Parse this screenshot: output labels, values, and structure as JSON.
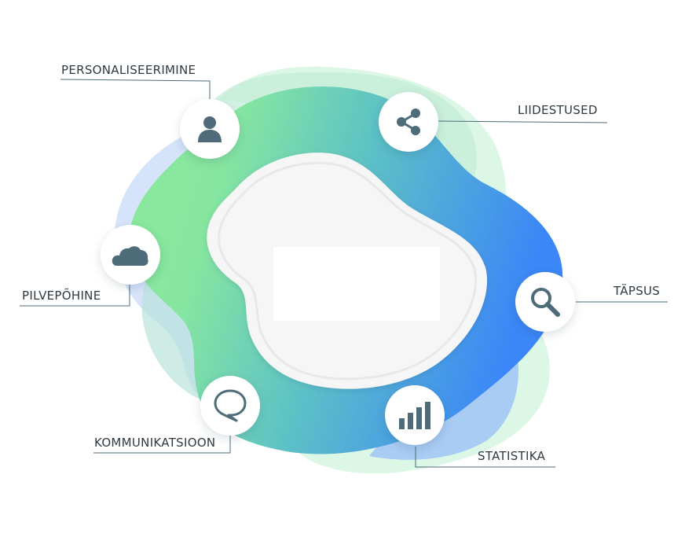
{
  "diagram": {
    "colors": {
      "gradient_start": "#8be89a",
      "gradient_end": "#3a8bf7",
      "icon_color": "#4d6b78",
      "leader_line": "#4d6b78",
      "label_text": "#2f3a40",
      "center_fill": "#f7f7f7"
    },
    "features": [
      {
        "id": "personalization",
        "label": "PERSONALISEERIMINE",
        "icon": "user-icon"
      },
      {
        "id": "integrations",
        "label": "LIIDESTUSED",
        "icon": "share-icon"
      },
      {
        "id": "cloud",
        "label": "PILVEPÕHINE",
        "icon": "cloud-icon"
      },
      {
        "id": "accuracy",
        "label": "TÄPSUS",
        "icon": "search-icon"
      },
      {
        "id": "communication",
        "label": "KOMMUNIKATSIOON",
        "icon": "chat-bubble-icon"
      },
      {
        "id": "statistics",
        "label": "STATISTIKA",
        "icon": "bar-chart-icon"
      }
    ]
  }
}
